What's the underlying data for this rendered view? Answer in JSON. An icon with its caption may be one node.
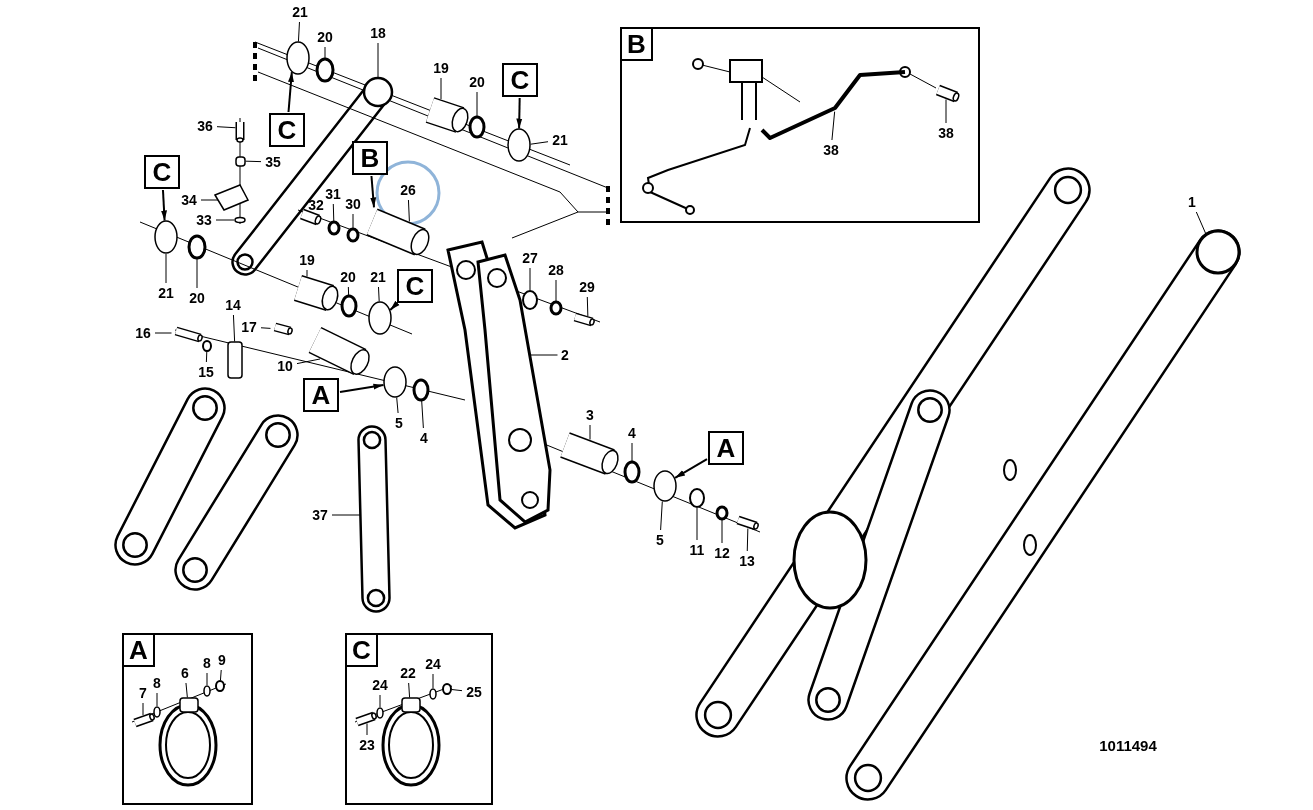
{
  "diagram": {
    "nodes": [
      {
        "text": [
          "21"
        ]
      },
      {
        "text": [
          "20"
        ]
      },
      {
        "text": [
          "18"
        ]
      },
      {
        "text": [
          "19"
        ]
      },
      {
        "text": [
          "20"
        ]
      },
      {
        "text": [
          "C"
        ]
      },
      {
        "text": [
          "C"
        ]
      },
      {
        "text": [
          "21"
        ]
      },
      {
        "text": [
          "36"
        ]
      },
      {
        "text": [
          "35"
        ]
      },
      {
        "text": [
          "C"
        ]
      },
      {
        "text": [
          "B"
        ]
      },
      {
        "text": [
          "26"
        ]
      },
      {
        "text": [
          "34"
        ]
      },
      {
        "text": [
          "31"
        ]
      },
      {
        "text": [
          "30"
        ]
      },
      {
        "text": [
          "33"
        ]
      },
      {
        "text": [
          "21"
        ]
      },
      {
        "text": [
          "20"
        ]
      },
      {
        "text": [
          "19"
        ]
      },
      {
        "text": [
          "27"
        ]
      },
      {
        "text": [
          "20"
        ]
      },
      {
        "text": [
          "21"
        ]
      },
      {
        "text": [
          "C"
        ]
      },
      {
        "text": [
          "28"
        ]
      },
      {
        "text": [
          "29"
        ]
      },
      {
        "text": [
          "14"
        ]
      },
      {
        "text": [
          "17"
        ]
      },
      {
        "text": [
          "16"
        ]
      },
      {
        "text": [
          "2"
        ]
      },
      {
        "text": [
          "10"
        ]
      },
      {
        "text": [
          "15"
        ]
      },
      {
        "text": [
          "A"
        ]
      },
      {
        "text": [
          "5"
        ]
      },
      {
        "text": [
          "4"
        ]
      },
      {
        "text": [
          "3"
        ]
      },
      {
        "text": [
          "4"
        ]
      },
      {
        "text": [
          "A"
        ]
      },
      {
        "text": [
          "37"
        ]
      },
      {
        "text": [
          "5"
        ]
      },
      {
        "text": [
          "11"
        ]
      },
      {
        "text": [
          "12"
        ]
      },
      {
        "text": [
          "13"
        ]
      },
      {
        "text": [
          "1"
        ]
      },
      {
        "text": [
          "B"
        ]
      },
      {
        "text": [
          "38"
        ],
        "in": 44
      },
      {
        "text": [
          "38"
        ],
        "in": 44
      },
      {
        "text": [
          "A"
        ]
      },
      {
        "text": [
          "8"
        ],
        "in": 47
      },
      {
        "text": [
          "7"
        ],
        "in": 47
      },
      {
        "text": [
          "6"
        ],
        "in": 47
      },
      {
        "text": [
          "8"
        ],
        "in": 47
      },
      {
        "text": [
          "9"
        ],
        "in": 47
      },
      {
        "text": [
          "C"
        ]
      },
      {
        "text": [
          "24"
        ],
        "in": 53
      },
      {
        "text": [
          "22"
        ],
        "in": 53
      },
      {
        "text": [
          "24"
        ],
        "in": 53
      },
      {
        "text": [
          "25"
        ],
        "in": 53
      },
      {
        "text": [
          "23"
        ],
        "in": 53
      },
      {
        "text": [],
        "shape": "circle"
      },
      {
        "text": [],
        "shape": "circle"
      },
      {
        "text": [],
        "shape": "circle"
      },
      {
        "text": [],
        "shape": "picture"
      },
      {
        "text": [],
        "shape": "circle"
      },
      {
        "text": [],
        "shape": "circle"
      },
      {
        "text": [],
        "shape": "picture"
      },
      {
        "text": [],
        "shape": "box"
      },
      {
        "text": [],
        "shape": "picture"
      },
      {
        "text": [],
        "shape": "circle"
      },
      {
        "text": [],
        "shape": "circle"
      },
      {
        "text": [],
        "shape": "circle"
      },
      {
        "text": [],
        "shape": "picture"
      },
      {
        "text": [],
        "shape": "circle"
      },
      {
        "text": [],
        "shape": "circle"
      },
      {
        "text": [],
        "shape": "picture"
      },
      {
        "text": [],
        "shape": "circle"
      },
      {
        "text": [],
        "shape": "circle"
      },
      {
        "text": [],
        "shape": "circle"
      },
      {
        "text": [],
        "shape": "circle"
      },
      {
        "text": [],
        "shape": "picture"
      },
      {
        "text": [],
        "shape": "box"
      },
      {
        "text": [],
        "shape": "picture"
      },
      {
        "text": [],
        "shape": "picture"
      },
      {
        "text": [],
        "shape": "picture"
      },
      {
        "text": [],
        "shape": "picture"
      },
      {
        "text": [],
        "shape": "circle"
      },
      {
        "text": [],
        "shape": "circle"
      },
      {
        "text": [],
        "shape": "circle"
      },
      {
        "text": [],
        "shape": "picture"
      },
      {
        "text": [],
        "shape": "circle"
      },
      {
        "text": [],
        "shape": "circle"
      },
      {
        "text": [],
        "shape": "circle"
      },
      {
        "text": [],
        "shape": "circle"
      },
      {
        "text": [],
        "shape": "picture"
      },
      {
        "text": [],
        "shape": "bar"
      },
      {
        "text": [],
        "shape": "circle"
      },
      {
        "text": [],
        "shape": "picture",
        "in": 44
      },
      {
        "text": [],
        "shape": "picture",
        "in": 44
      },
      {
        "text": [],
        "shape": "circle",
        "in": 47
      },
      {
        "text": [],
        "shape": "picture",
        "in": 47
      },
      {
        "text": [],
        "shape": "box",
        "in": 47
      },
      {
        "text": [],
        "shape": "circle",
        "in": 47
      },
      {
        "text": [],
        "shape": "circle",
        "in": 47
      },
      {
        "text": [],
        "shape": "picture",
        "in": 53
      },
      {
        "text": [],
        "shape": "circle",
        "in": 53
      },
      {
        "text": [],
        "shape": "box",
        "in": 53
      },
      {
        "text": [],
        "shape": "circle",
        "in": 53
      },
      {
        "text": [],
        "shape": "circle",
        "in": 53
      }
    ],
    "edges": [
      {
        "from": 0,
        "to": 59,
        "arrow": "none"
      },
      {
        "from": 1,
        "to": 60,
        "arrow": "none"
      },
      {
        "from": 2,
        "to": 61,
        "arrow": "none"
      },
      {
        "from": 3,
        "to": 62,
        "arrow": "none"
      },
      {
        "from": 4,
        "to": 63,
        "arrow": "none"
      },
      {
        "from": 5,
        "to": 64,
        "arrow": "to"
      },
      {
        "from": 6,
        "to": 59,
        "arrow": "to"
      },
      {
        "from": 7,
        "to": 64,
        "arrow": "none"
      },
      {
        "from": 8,
        "to": 65,
        "arrow": "none"
      },
      {
        "from": 9,
        "to": 66,
        "arrow": "none"
      },
      {
        "from": 10,
        "to": 69,
        "arrow": "to"
      },
      {
        "from": 11,
        "to": 71,
        "arrow": "to"
      },
      {
        "from": 12,
        "to": 71,
        "arrow": "none"
      },
      {
        "from": 13,
        "to": 67,
        "arrow": "none"
      },
      {
        "from": 14,
        "to": 72,
        "arrow": "none"
      },
      {
        "from": 15,
        "to": 73,
        "arrow": "none"
      },
      {
        "from": 16,
        "to": 68,
        "arrow": "none"
      },
      {
        "from": 17,
        "to": 69,
        "arrow": "none"
      },
      {
        "from": 18,
        "to": 70,
        "arrow": "none"
      },
      {
        "from": 19,
        "to": 74,
        "arrow": "none"
      },
      {
        "from": 20,
        "to": 77,
        "arrow": "none"
      },
      {
        "from": 21,
        "to": 75,
        "arrow": "none"
      },
      {
        "from": 22,
        "to": 76,
        "arrow": "none"
      },
      {
        "from": 23,
        "to": 76,
        "arrow": "to"
      },
      {
        "from": 24,
        "to": 78,
        "arrow": "none"
      },
      {
        "from": 25,
        "to": 79,
        "arrow": "none"
      },
      {
        "from": 26,
        "to": 80,
        "arrow": "none"
      },
      {
        "from": 27,
        "to": 81,
        "arrow": "none"
      },
      {
        "from": 28,
        "to": 82,
        "arrow": "none"
      },
      {
        "from": 29,
        "to": 83,
        "arrow": "none"
      },
      {
        "from": 30,
        "to": 84,
        "arrow": "none"
      },
      {
        "from": 31,
        "to": 85,
        "arrow": "none"
      },
      {
        "from": 32,
        "to": 86,
        "arrow": "to"
      },
      {
        "from": 33,
        "to": 86,
        "arrow": "none"
      },
      {
        "from": 34,
        "to": 87,
        "arrow": "none"
      },
      {
        "from": 35,
        "to": 88,
        "arrow": "none"
      },
      {
        "from": 36,
        "to": 89,
        "arrow": "none"
      },
      {
        "from": 37,
        "to": 90,
        "arrow": "to"
      },
      {
        "from": 38,
        "to": 94,
        "arrow": "none"
      },
      {
        "from": 39,
        "to": 90,
        "arrow": "none"
      },
      {
        "from": 40,
        "to": 91,
        "arrow": "none"
      },
      {
        "from": 41,
        "to": 92,
        "arrow": "none"
      },
      {
        "from": 42,
        "to": 93,
        "arrow": "none"
      },
      {
        "from": 43,
        "to": 95,
        "arrow": "none"
      },
      {
        "from": 45,
        "to": 96,
        "arrow": "none"
      },
      {
        "from": 46,
        "to": 97,
        "arrow": "none"
      },
      {
        "from": 48,
        "to": 98,
        "arrow": "none"
      },
      {
        "from": 49,
        "to": 99,
        "arrow": "none"
      },
      {
        "from": 50,
        "to": 100,
        "arrow": "none"
      },
      {
        "from": 51,
        "to": 101,
        "arrow": "none"
      },
      {
        "from": 52,
        "to": 102,
        "arrow": "none"
      },
      {
        "from": 54,
        "to": 104,
        "arrow": "none"
      },
      {
        "from": 55,
        "to": 105,
        "arrow": "none"
      },
      {
        "from": 56,
        "to": 106,
        "arrow": "none"
      },
      {
        "from": 57,
        "to": 107,
        "arrow": "none"
      },
      {
        "from": 58,
        "to": 103,
        "arrow": "none"
      }
    ],
    "labels": [
      "32",
      "1011494"
    ]
  }
}
